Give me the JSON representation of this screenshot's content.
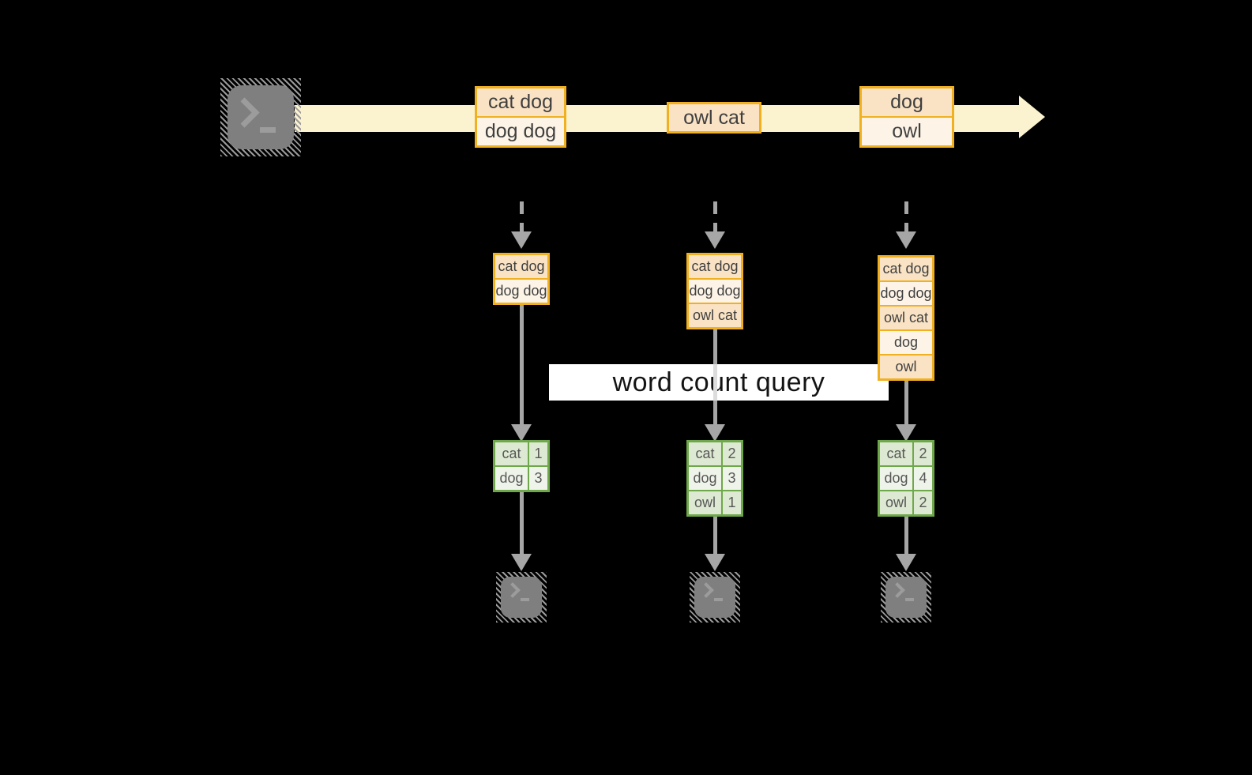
{
  "overlay": {
    "label": "word count query"
  },
  "stream": {
    "events": [
      {
        "lines": [
          "cat dog",
          "dog dog"
        ]
      },
      {
        "lines": [
          "owl cat"
        ]
      },
      {
        "lines": [
          "dog",
          "owl"
        ]
      }
    ]
  },
  "states": [
    {
      "rows": [
        "cat dog",
        "dog dog"
      ]
    },
    {
      "rows": [
        "cat dog",
        "dog dog",
        "owl cat"
      ]
    },
    {
      "rows": [
        "cat dog",
        "dog dog",
        "owl cat",
        "dog",
        "owl"
      ]
    }
  ],
  "counts": [
    {
      "rows": [
        {
          "word": "cat",
          "count": "1"
        },
        {
          "word": "dog",
          "count": "3"
        }
      ]
    },
    {
      "rows": [
        {
          "word": "cat",
          "count": "2"
        },
        {
          "word": "dog",
          "count": "3"
        },
        {
          "word": "owl",
          "count": "1"
        }
      ]
    },
    {
      "rows": [
        {
          "word": "cat",
          "count": "2"
        },
        {
          "word": "dog",
          "count": "4"
        },
        {
          "word": "owl",
          "count": "2"
        }
      ]
    }
  ],
  "icons": {
    "source": "terminal-icon",
    "sinks": [
      "terminal-icon",
      "terminal-icon",
      "terminal-icon"
    ]
  },
  "colors": {
    "background": "#000000",
    "stream_band": "#FBF2D0",
    "record_border": "#F0B020",
    "record_fill": "#FAE3C5",
    "record_fill_alt": "#FDF4E7",
    "table_border": "#6FA84B",
    "table_fill": "#DDE9D2",
    "table_fill_alt": "#EFF4EA",
    "arrow": "#A6A6A6",
    "overlay_bg": "#FFFFFF",
    "terminal_gray": "#7F7F7F"
  }
}
